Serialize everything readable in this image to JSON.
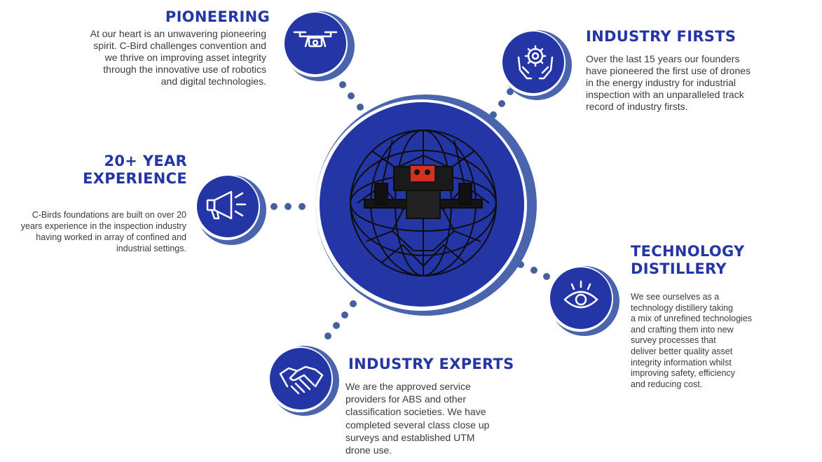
{
  "colors": {
    "primary_blue": "#2436a6",
    "shadow_blue": "#4a64ae",
    "dot_blue": "#46609f",
    "text_gray": "#3a3a3a"
  },
  "sections": {
    "pioneering": {
      "title": "PIONEERING",
      "icon": "drone-icon",
      "lines": [
        "At our heart is an unwavering pioneering",
        "spirit. C-Bird challenges convention and",
        "we thrive on improving asset integrity",
        "through the innovative use of robotics",
        "and digital technologies."
      ]
    },
    "industry_firsts": {
      "title": "INDUSTRY FIRSTS",
      "icon": "hands-gear-icon",
      "lines": [
        "Over the last 15 years our founders",
        "have pioneered the first use of drones",
        "in the energy industry for industrial",
        "inspection with an unparalleled track",
        "record of industry firsts."
      ]
    },
    "experience": {
      "title_lines": [
        "20+ YEAR",
        "EXPERIENCE"
      ],
      "icon": "megaphone-icon",
      "lines": [
        "C-Birds foundations are built on over 20",
        "years experience in the inspection industry",
        "having worked in array of confined and",
        "industrial settings."
      ]
    },
    "technology": {
      "title_lines": [
        "TECHNOLOGY",
        "DISTILLERY"
      ],
      "icon": "eye-icon",
      "lines": [
        "We see ourselves as a",
        "technology distillery taking",
        "a mix of unrefined technologies",
        "and crafting them into new",
        "survey processes that",
        "deliver better quality asset",
        "integrity information whilst",
        "improving safety, efficiency",
        "and reducing cost."
      ]
    },
    "experts": {
      "title": "INDUSTRY EXPERTS",
      "icon": "handshake-icon",
      "lines": [
        "We are the approved service",
        "providers for ABS and other",
        "classification societies. We have",
        "completed several class close up",
        "surveys and established UTM",
        "drone use."
      ]
    }
  },
  "center": {
    "image": "caged-drone-image"
  }
}
